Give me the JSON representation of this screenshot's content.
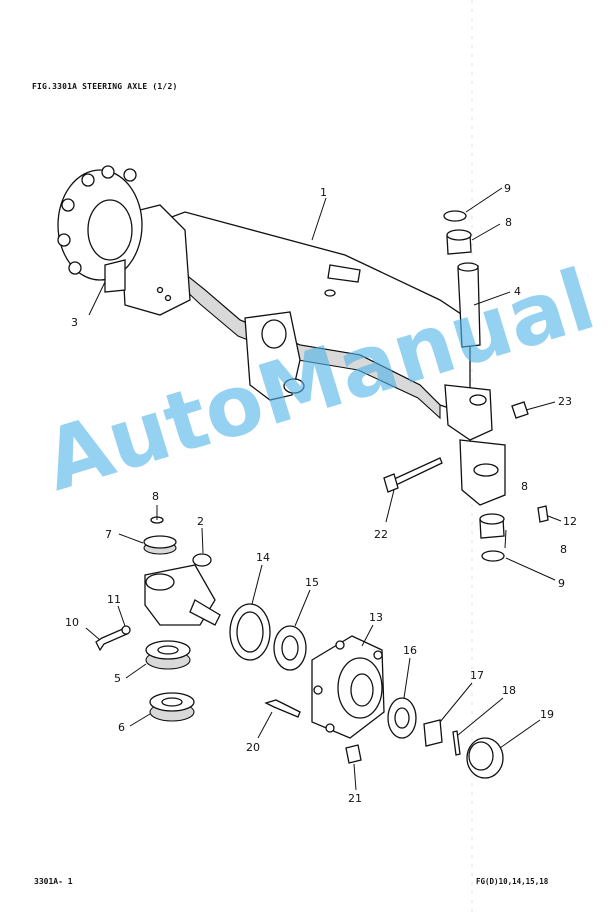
{
  "header": {
    "title": "FIG.3301A STEERING AXLE (1/2)"
  },
  "footer": {
    "page_code": "3301A- 1",
    "models": "FG(D)10,14,15,18"
  },
  "watermark": {
    "text": "AutoManual",
    "color": "#4fb3e8"
  },
  "callouts": {
    "c1": "1",
    "c2": "2",
    "c3": "3",
    "c4": "4",
    "c5": "5",
    "c6": "6",
    "c7": "7",
    "c8a": "8",
    "c8b": "8",
    "c8c": "8",
    "c8d": "8",
    "c9a": "9",
    "c9b": "9",
    "c10": "10",
    "c11": "11",
    "c12": "12",
    "c13": "13",
    "c14": "14",
    "c15": "15",
    "c16": "16",
    "c17": "17",
    "c18": "18",
    "c19": "19",
    "c20": "20",
    "c21": "21",
    "c22": "22",
    "c23": "23"
  }
}
